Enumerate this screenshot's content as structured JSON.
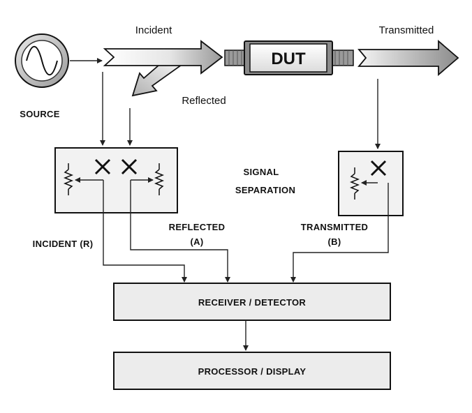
{
  "labels": {
    "incident": "Incident",
    "transmitted": "Transmitted",
    "reflected": "Reflected",
    "dut": "DUT",
    "source": "SOURCE",
    "signal_separation_line1": "SIGNAL",
    "signal_separation_line2": "SEPARATION",
    "incident_r": "INCIDENT (R)",
    "reflected_caps": "REFLECTED",
    "reflected_a": "(A)",
    "transmitted_caps": "TRANSMITTED",
    "transmitted_b": "(B)",
    "receiver_detector": "RECEIVER / DETECTOR",
    "processor_display": "PROCESSOR / DISPLAY"
  }
}
